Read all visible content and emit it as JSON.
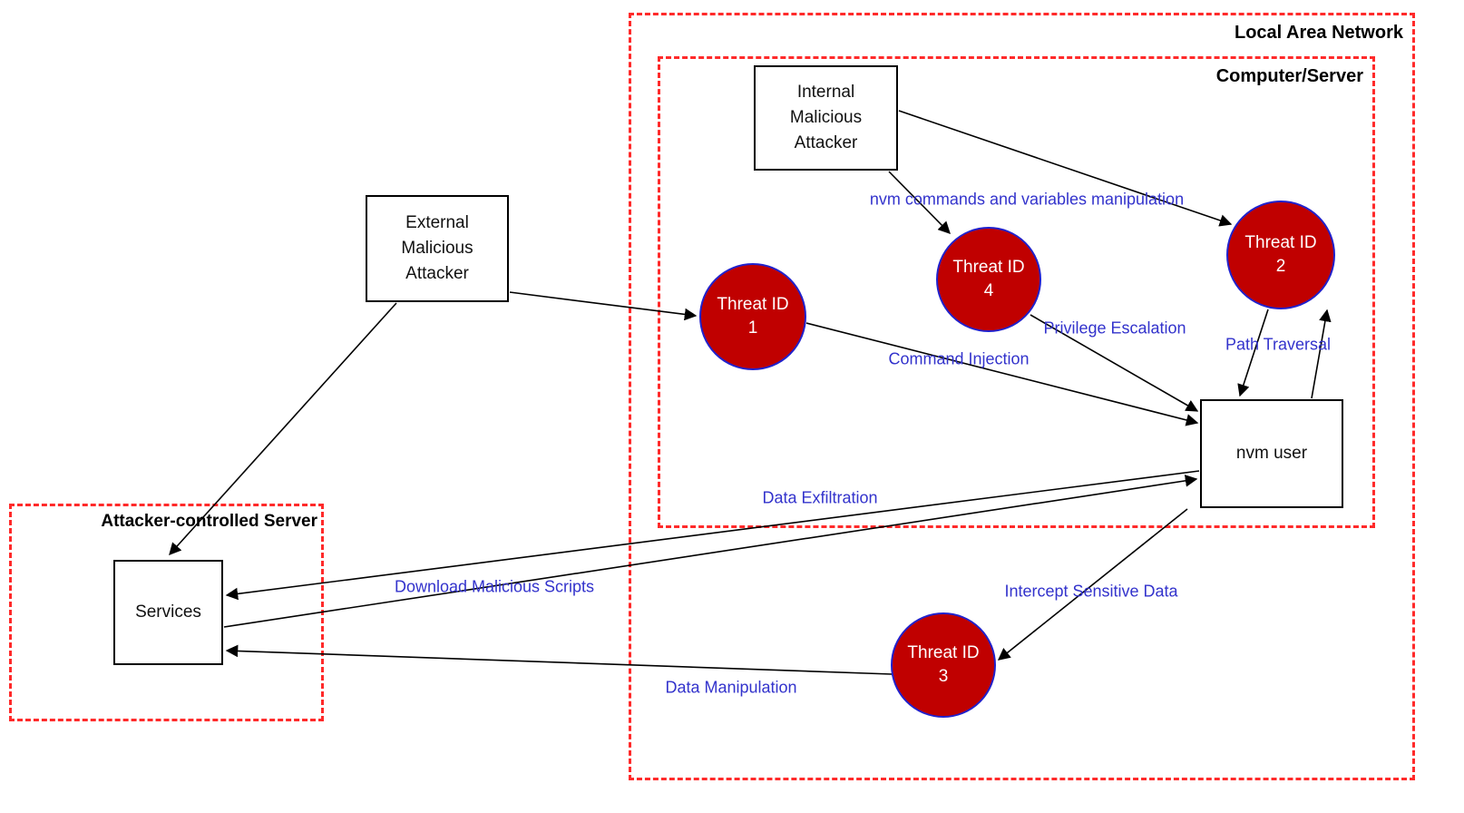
{
  "boundaries": {
    "lan": {
      "label": "Local Area Network"
    },
    "computer": {
      "label": "Computer/Server"
    },
    "attacker_server": {
      "label": "Attacker-controlled Server"
    }
  },
  "nodes": {
    "internal_attacker": {
      "lines": [
        "Internal",
        "Malicious",
        "Attacker"
      ]
    },
    "external_attacker": {
      "lines": [
        "External",
        "Malicious",
        "Attacker"
      ]
    },
    "nvm_user": {
      "label": "nvm user"
    },
    "services": {
      "label": "Services"
    }
  },
  "threats": {
    "t1": {
      "title": "Threat ID",
      "id": "1"
    },
    "t2": {
      "title": "Threat ID",
      "id": "2"
    },
    "t3": {
      "title": "Threat ID",
      "id": "3"
    },
    "t4": {
      "title": "Threat ID",
      "id": "4"
    }
  },
  "flows": {
    "nvm_commands": "nvm commands and variables manipulation",
    "privilege_escalation": "Privilege Escalation",
    "path_traversal": "Path Traversal",
    "command_injection": "Command Injection",
    "data_exfiltration": "Data Exfiltration",
    "download_scripts": "Download Malicious Scripts",
    "intercept_data": "Intercept Sensitive Data",
    "data_manipulation": "Data Manipulation"
  },
  "colors": {
    "boundary": "#FF2A2A",
    "threat_fill": "#C00000",
    "threat_border": "#2121CC",
    "flow_label": "#3333CC",
    "arrow": "#000000",
    "node_border": "#000000",
    "node_fill": "#FFFFFF",
    "text": "#111111"
  }
}
